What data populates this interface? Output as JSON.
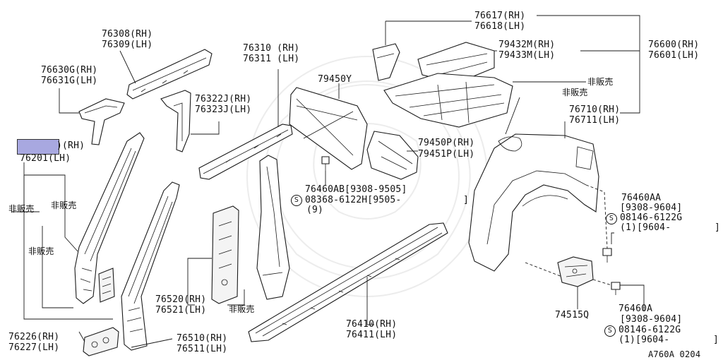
{
  "labels": {
    "p76308": "76308(RH)",
    "p76309": "76309(LH)",
    "p76630g": "76630G(RH)",
    "p76631g": "76631G(LH)",
    "p76310": "76310 (RH)",
    "p76311": "76311 (LH)",
    "p76322j": "76322J(RH)",
    "p76323j": "76323J(LH)",
    "p79450y": "79450Y",
    "p76617": "76617(RH)",
    "p76618": "76618(LH)",
    "p79432m": "79432M(RH)",
    "p79433m": "79433M(LH)",
    "p76600": "76600(RH)",
    "p76601": "76601(LH)",
    "notsold1": "非販売",
    "notsold2": "非販売",
    "p76710": "76710(RH)",
    "p76711": "76711(LH)",
    "p_rh_suffix": ")(RH)",
    "p76201": "76201(LH)",
    "notsold3": "非販売",
    "notsold4": "非販売",
    "notsold5": "非販売",
    "p79450p": "79450P(RH)",
    "p79451p": "79451P(LH)",
    "p76460ab": "76460AB[9308-9505]",
    "bolt1_code": "08368-6122H[9505-",
    "bolt1_close": "]",
    "bolt1_qty": "(9)",
    "p76460aa": "76460AA",
    "aa_range": "[9308-9604]",
    "aa_code": "08146-6122G",
    "aa_qty": "(1)[9604-",
    "aa_close": "]",
    "p76520": "76520(RH)",
    "p76521": "76521(LH)",
    "notsold6": "非販売",
    "p76410": "76410(RH)",
    "p76411": "76411(LH)",
    "p76226": "76226(RH)",
    "p76227": "76227(LH)",
    "p76510": "76510(RH)",
    "p76511": "76511(LH)",
    "p74515q": "74515Q",
    "p76460a": "76460A",
    "a_range": "[9308-9604]",
    "a_code": "08146-6122G",
    "a_qty": "(1)[9604-",
    "a_close": "]",
    "figure_code": "A760A 0204",
    "s_symbol": "S"
  },
  "colors": {
    "highlight": "#a8a8e0",
    "line": "#1a1a1a"
  }
}
